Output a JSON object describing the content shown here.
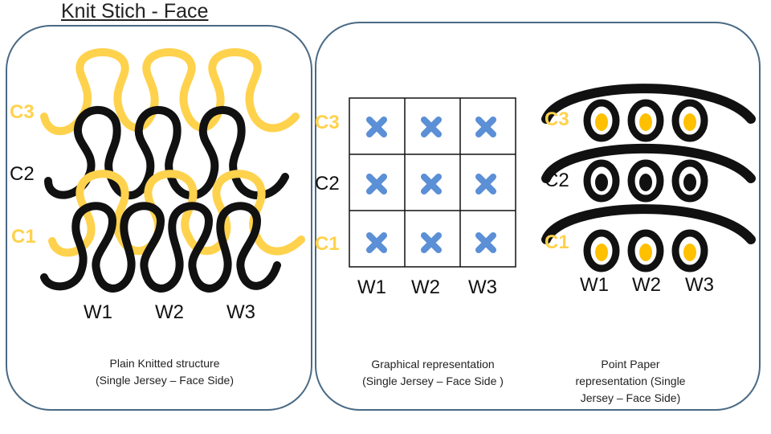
{
  "title": "Knit Stich -  Face",
  "colors": {
    "yarn_yellow": "#ffd24d",
    "yarn_black": "#111111",
    "panel_border": "#4a6a85",
    "cross_blue": "#5b8fd6",
    "dot_yellow": "#ffc000"
  },
  "courses": [
    "C3",
    "C2",
    "C1"
  ],
  "wales": [
    "W1",
    "W2",
    "W3"
  ],
  "captions": {
    "left": [
      "Plain Knitted structure",
      "(Single Jersey – Face Side)"
    ],
    "middle": [
      "Graphical representation",
      "(Single Jersey – Face Side )"
    ],
    "right": [
      "Point Paper",
      "representation (Single",
      "Jersey – Face Side)"
    ]
  },
  "point_paper_rows": [
    {
      "course": "C3",
      "dot": "yellow"
    },
    {
      "course": "C2",
      "dot": "black"
    },
    {
      "course": "C1",
      "dot": "yellow"
    }
  ]
}
